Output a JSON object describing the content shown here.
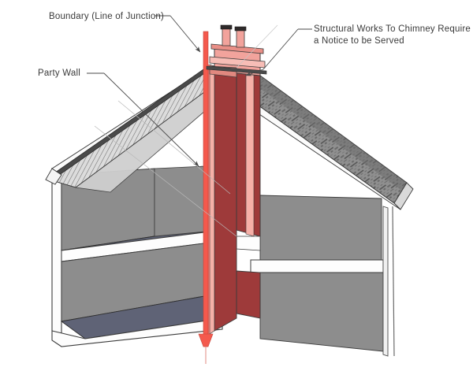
{
  "diagram": {
    "title": "Party Wall and Chimney Cross-Section",
    "background_color": "#ffffff",
    "annotations": {
      "boundary": {
        "text": "Boundary (Line of Junction)",
        "leader": "line-with-arrow",
        "target": "vertical red boundary line at roof apex"
      },
      "party_wall": {
        "text": "Party Wall",
        "leader": "line-with-arrow",
        "target": "red vertical shared wall"
      },
      "chimney_notice": {
        "text": "Structural Works To Chimney Require\na Notice to be Served",
        "leader": "line-with-arrow",
        "target": "chimney stack above roof"
      }
    },
    "colors": {
      "boundary_line": "#f4594d",
      "party_wall_light": "#f7a9a0",
      "party_wall_mid": "#d9736b",
      "party_wall_dark": "#9e3a3a",
      "chimney_stack": "#f4aaa4",
      "chimney_pot_cap": "#2e2a2a",
      "roof_tiles": "#8e8e8e",
      "roof_tiles_dark": "#6f6f6f",
      "roof_underside": "#d8d8d8",
      "floor_slab": "#5f6376",
      "wall_face": "#8d8d8d",
      "wall_face_light": "#9a9a9a",
      "structure_white": "#fdfdfd",
      "outline": "#3b3b3b",
      "text": "#3a3a3a"
    },
    "elements": [
      {
        "name": "chimney-stack",
        "description": "Pink masonry chimney stack with two pots rising above the ridge"
      },
      {
        "name": "chimney-pots",
        "count": 2,
        "description": "Two chimney pots with dark caps"
      },
      {
        "name": "left-roof-slope",
        "description": "Left pitched roof shown with hatched rafter underside"
      },
      {
        "name": "right-roof-slope",
        "description": "Right pitched roof with dark grey slate tiles"
      },
      {
        "name": "party-wall",
        "description": "Red vertical wall dividing the two properties"
      },
      {
        "name": "boundary-line",
        "description": "Vertical red line marking the legal line of junction"
      },
      {
        "name": "upper-floor-slab",
        "description": "Blue-grey first floor plane, left property"
      },
      {
        "name": "lower-floor-slab",
        "description": "Blue-grey ground floor plane, left property"
      },
      {
        "name": "left-rear-wall",
        "description": "Grey internal rear wall of left property"
      },
      {
        "name": "right-rear-wall",
        "description": "Grey internal rear wall of right property"
      },
      {
        "name": "chimney-breast",
        "description": "Chimney breast projecting into rooms at each floor"
      }
    ]
  }
}
